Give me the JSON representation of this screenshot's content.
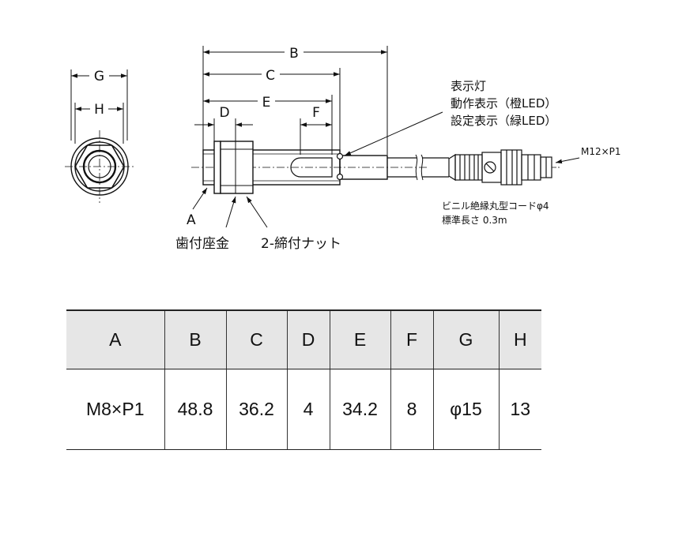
{
  "drawing": {
    "dimension_labels": {
      "B": "B",
      "C": "C",
      "E": "E",
      "F": "F",
      "D": "D",
      "G": "G",
      "H": "H",
      "A": "A"
    },
    "indicator": {
      "title": "表示灯",
      "operation": "動作表示（橙LED）",
      "setting": "設定表示（緑LED）"
    },
    "connector_thread": "M12×P1",
    "cable": {
      "type": "ビニル絶縁丸型コードφ4",
      "length": "標準長さ 0.3m"
    },
    "washer_label": "歯付座金",
    "nut_label": "2-締付ナット"
  },
  "table": {
    "headers": [
      "A",
      "B",
      "C",
      "D",
      "E",
      "F",
      "G",
      "H"
    ],
    "row": [
      "M8×P1",
      "48.8",
      "36.2",
      "4",
      "34.2",
      "8",
      "φ15",
      "13"
    ]
  }
}
